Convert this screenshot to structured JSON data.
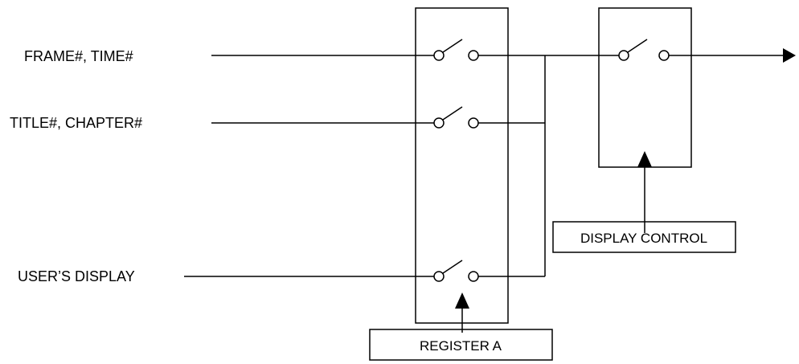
{
  "diagram": {
    "inputs": {
      "frame_time": "FRAME#, TIME#",
      "title_chapter": "TITLE#, CHAPTER#",
      "users_display": "USER’S DISPLAY"
    },
    "control_boxes": {
      "register_a": "REGISTER A",
      "display_control": "DISPLAY CONTROL"
    }
  }
}
